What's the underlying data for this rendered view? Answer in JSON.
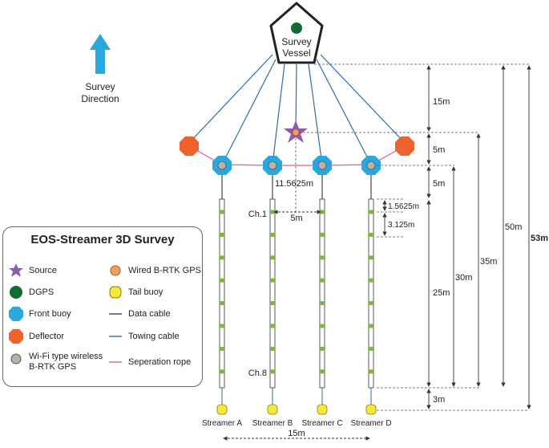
{
  "vessel": {
    "label_line1": "Survey",
    "label_line2": "Vessel"
  },
  "direction": {
    "line1": "Survey",
    "line2": "Direction"
  },
  "streamers": [
    "Streamer A",
    "Streamer B",
    "Streamer C",
    "Streamer D"
  ],
  "channels": {
    "first": "Ch.1",
    "last": "Ch.8"
  },
  "dimensions": {
    "d15m_top": "15m",
    "d5m_a": "5m",
    "d5m_b": "5m",
    "d25m": "25m",
    "d30m": "30m",
    "d35m": "35m",
    "d50m": "50m",
    "d53m": "53m",
    "d3m": "3m",
    "d1_5625m": "1.5625m",
    "d3_125m": "3.125m",
    "d11_5625m": "11.5625m",
    "d5m_spacing": "5m",
    "d15m_width": "15m"
  },
  "legend": {
    "title": "EOS-Streamer 3D Survey",
    "items": {
      "source": "Source",
      "wired_gps": "Wired B-RTK GPS",
      "dgps": "DGPS",
      "tail_buoy": "Tail buoy",
      "front_buoy": "Front buoy",
      "data_cable": "Data cable",
      "deflector": "Deflector",
      "towing_cable": "Towing cable",
      "wifi_gps_line1": "Wi-Fi type wireless",
      "wifi_gps_line2": "B-RTK GPS",
      "separation_rope": "Seperation rope"
    }
  },
  "colors": {
    "towing": "#2b6ea8",
    "rope": "#e0609a",
    "buoy": "#29a8e0",
    "deflector": "#f0622d",
    "dgps": "#136b34",
    "source": "#8e5bb0",
    "wired_gps": "#f0a060",
    "tail": "#f5e83a",
    "channel": "#7cb63a",
    "wifi_gps": "#b8b3a8",
    "arrow": "#29a8e0"
  }
}
